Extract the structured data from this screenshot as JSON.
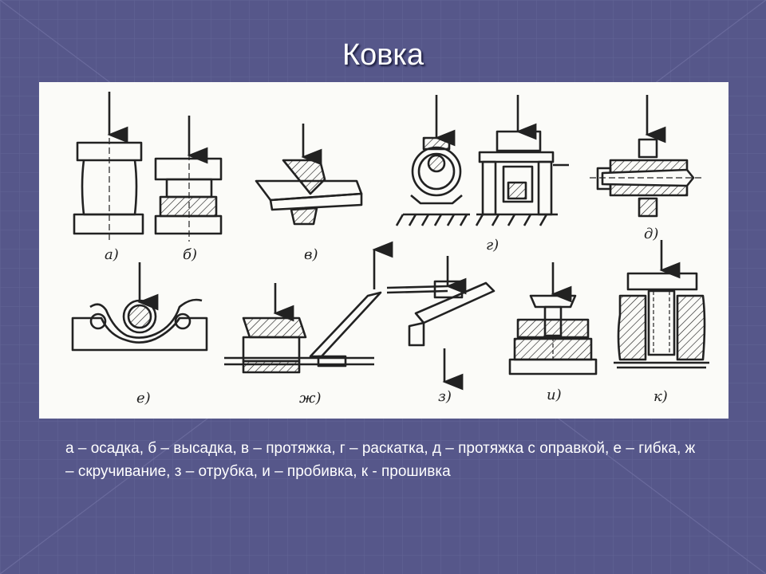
{
  "slide": {
    "title": "Ковка",
    "caption": "а – осадка, б – высадка, в – протяжка, г – раскатка, д – протяжка с оправкой, е – гибка, ж – скручивание, з – отрубка, и – пробивка, к - прошивка"
  },
  "figure": {
    "labels": {
      "a": "а)",
      "b": "б)",
      "v": "в)",
      "g": "г)",
      "d": "д)",
      "e": "е)",
      "zh": "ж)",
      "z": "з)",
      "i": "и)",
      "k": "к)"
    }
  },
  "colors": {
    "background": "#56578a",
    "figure_background": "#fbfbf8",
    "ink": "#222222",
    "text": "#ffffff"
  }
}
